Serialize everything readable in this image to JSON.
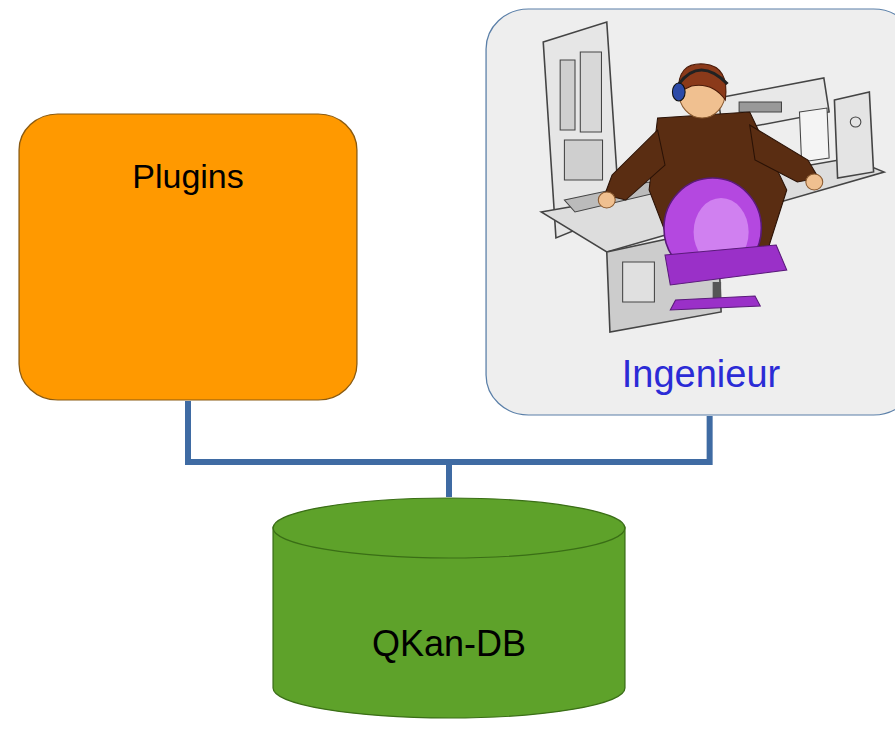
{
  "diagram": {
    "nodes": [
      {
        "text": [
          "Plugins"
        ]
      },
      {
        "text": [
          "Ingenieur"
        ]
      },
      {
        "text": [
          "QKan-DB"
        ]
      }
    ],
    "edges": [
      {
        "from": 0,
        "to": 2,
        "arrow": "none"
      },
      {
        "from": 1,
        "to": 2,
        "arrow": "none"
      }
    ]
  }
}
